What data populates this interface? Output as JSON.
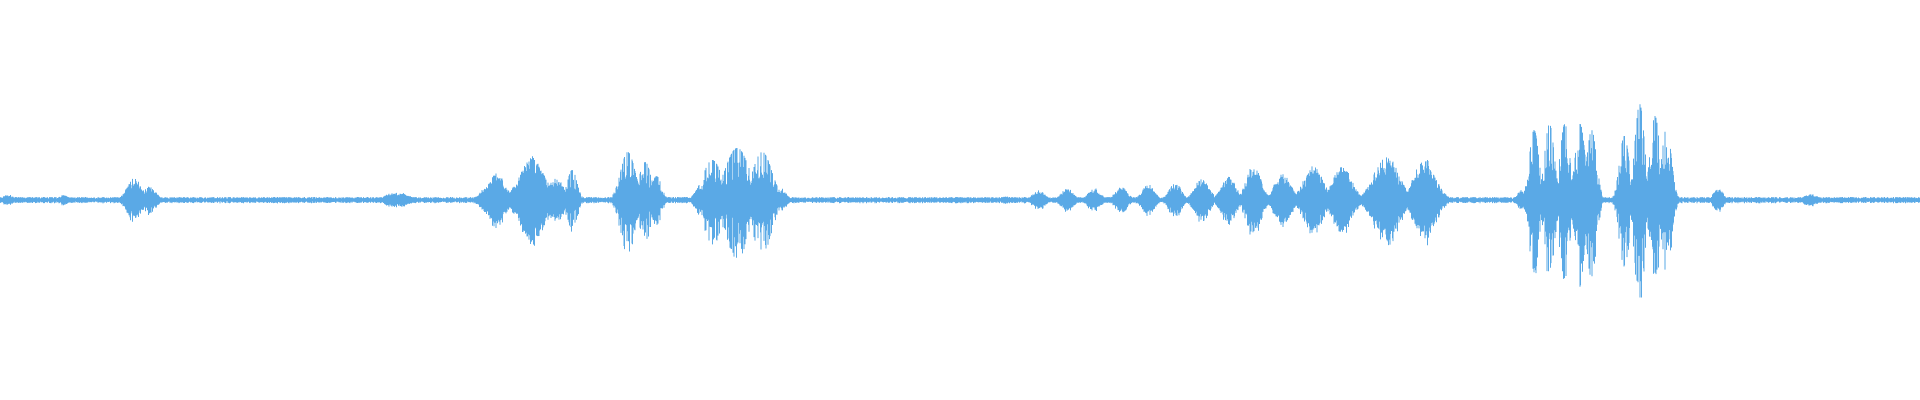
{
  "waveform": {
    "color": "#5aa9e6",
    "background": "#ffffff",
    "noise_floor": 0.015,
    "bursts": [
      {
        "center": 0.004,
        "width": 0.004,
        "amplitude": 0.03,
        "style": "soft"
      },
      {
        "center": 0.033,
        "width": 0.004,
        "amplitude": 0.025,
        "style": "soft"
      },
      {
        "center": 0.07,
        "width": 0.006,
        "amplitude": 0.11,
        "style": "soft"
      },
      {
        "center": 0.078,
        "width": 0.005,
        "amplitude": 0.07,
        "style": "soft"
      },
      {
        "center": 0.207,
        "width": 0.01,
        "amplitude": 0.04,
        "style": "soft"
      },
      {
        "center": 0.258,
        "width": 0.008,
        "amplitude": 0.14,
        "style": "soft"
      },
      {
        "center": 0.277,
        "width": 0.01,
        "amplitude": 0.22,
        "style": "soft"
      },
      {
        "center": 0.29,
        "width": 0.006,
        "amplitude": 0.12,
        "style": "soft"
      },
      {
        "center": 0.298,
        "width": 0.004,
        "amplitude": 0.15,
        "style": "spiky"
      },
      {
        "center": 0.327,
        "width": 0.006,
        "amplitude": 0.24,
        "style": "spiky"
      },
      {
        "center": 0.336,
        "width": 0.005,
        "amplitude": 0.19,
        "style": "spiky"
      },
      {
        "center": 0.342,
        "width": 0.004,
        "amplitude": 0.12,
        "style": "spiky"
      },
      {
        "center": 0.371,
        "width": 0.008,
        "amplitude": 0.2,
        "style": "spiky"
      },
      {
        "center": 0.384,
        "width": 0.01,
        "amplitude": 0.26,
        "style": "spiky"
      },
      {
        "center": 0.397,
        "width": 0.008,
        "amplitude": 0.24,
        "style": "spiky"
      },
      {
        "center": 0.407,
        "width": 0.004,
        "amplitude": 0.06,
        "style": "soft"
      },
      {
        "center": 0.428,
        "width": 0.003,
        "amplitude": 0.015,
        "style": "soft"
      },
      {
        "center": 0.524,
        "width": 0.003,
        "amplitude": 0.02,
        "style": "soft"
      },
      {
        "center": 0.541,
        "width": 0.005,
        "amplitude": 0.05,
        "style": "soft"
      },
      {
        "center": 0.556,
        "width": 0.005,
        "amplitude": 0.06,
        "style": "soft"
      },
      {
        "center": 0.57,
        "width": 0.005,
        "amplitude": 0.06,
        "style": "soft"
      },
      {
        "center": 0.584,
        "width": 0.005,
        "amplitude": 0.07,
        "style": "soft"
      },
      {
        "center": 0.598,
        "width": 0.005,
        "amplitude": 0.08,
        "style": "soft"
      },
      {
        "center": 0.612,
        "width": 0.005,
        "amplitude": 0.09,
        "style": "soft"
      },
      {
        "center": 0.626,
        "width": 0.006,
        "amplitude": 0.11,
        "style": "soft"
      },
      {
        "center": 0.64,
        "width": 0.006,
        "amplitude": 0.12,
        "style": "soft"
      },
      {
        "center": 0.653,
        "width": 0.006,
        "amplitude": 0.18,
        "style": "soft"
      },
      {
        "center": 0.668,
        "width": 0.007,
        "amplitude": 0.13,
        "style": "soft"
      },
      {
        "center": 0.684,
        "width": 0.008,
        "amplitude": 0.17,
        "style": "soft"
      },
      {
        "center": 0.699,
        "width": 0.008,
        "amplitude": 0.17,
        "style": "soft"
      },
      {
        "center": 0.722,
        "width": 0.01,
        "amplitude": 0.23,
        "style": "soft"
      },
      {
        "center": 0.742,
        "width": 0.009,
        "amplitude": 0.21,
        "style": "soft"
      },
      {
        "center": 0.792,
        "width": 0.003,
        "amplitude": 0.05,
        "style": "soft"
      },
      {
        "center": 0.799,
        "width": 0.004,
        "amplitude": 0.35,
        "style": "spiky"
      },
      {
        "center": 0.807,
        "width": 0.004,
        "amplitude": 0.38,
        "style": "spiky"
      },
      {
        "center": 0.815,
        "width": 0.004,
        "amplitude": 0.38,
        "style": "spiky"
      },
      {
        "center": 0.823,
        "width": 0.004,
        "amplitude": 0.38,
        "style": "spiky"
      },
      {
        "center": 0.829,
        "width": 0.004,
        "amplitude": 0.35,
        "style": "spiky"
      },
      {
        "center": 0.846,
        "width": 0.004,
        "amplitude": 0.32,
        "style": "spiky"
      },
      {
        "center": 0.854,
        "width": 0.004,
        "amplitude": 0.48,
        "style": "spiky"
      },
      {
        "center": 0.862,
        "width": 0.004,
        "amplitude": 0.42,
        "style": "spiky"
      },
      {
        "center": 0.868,
        "width": 0.004,
        "amplitude": 0.36,
        "style": "spiky"
      },
      {
        "center": 0.895,
        "width": 0.004,
        "amplitude": 0.06,
        "style": "soft"
      },
      {
        "center": 0.943,
        "width": 0.006,
        "amplitude": 0.03,
        "style": "soft"
      }
    ]
  }
}
